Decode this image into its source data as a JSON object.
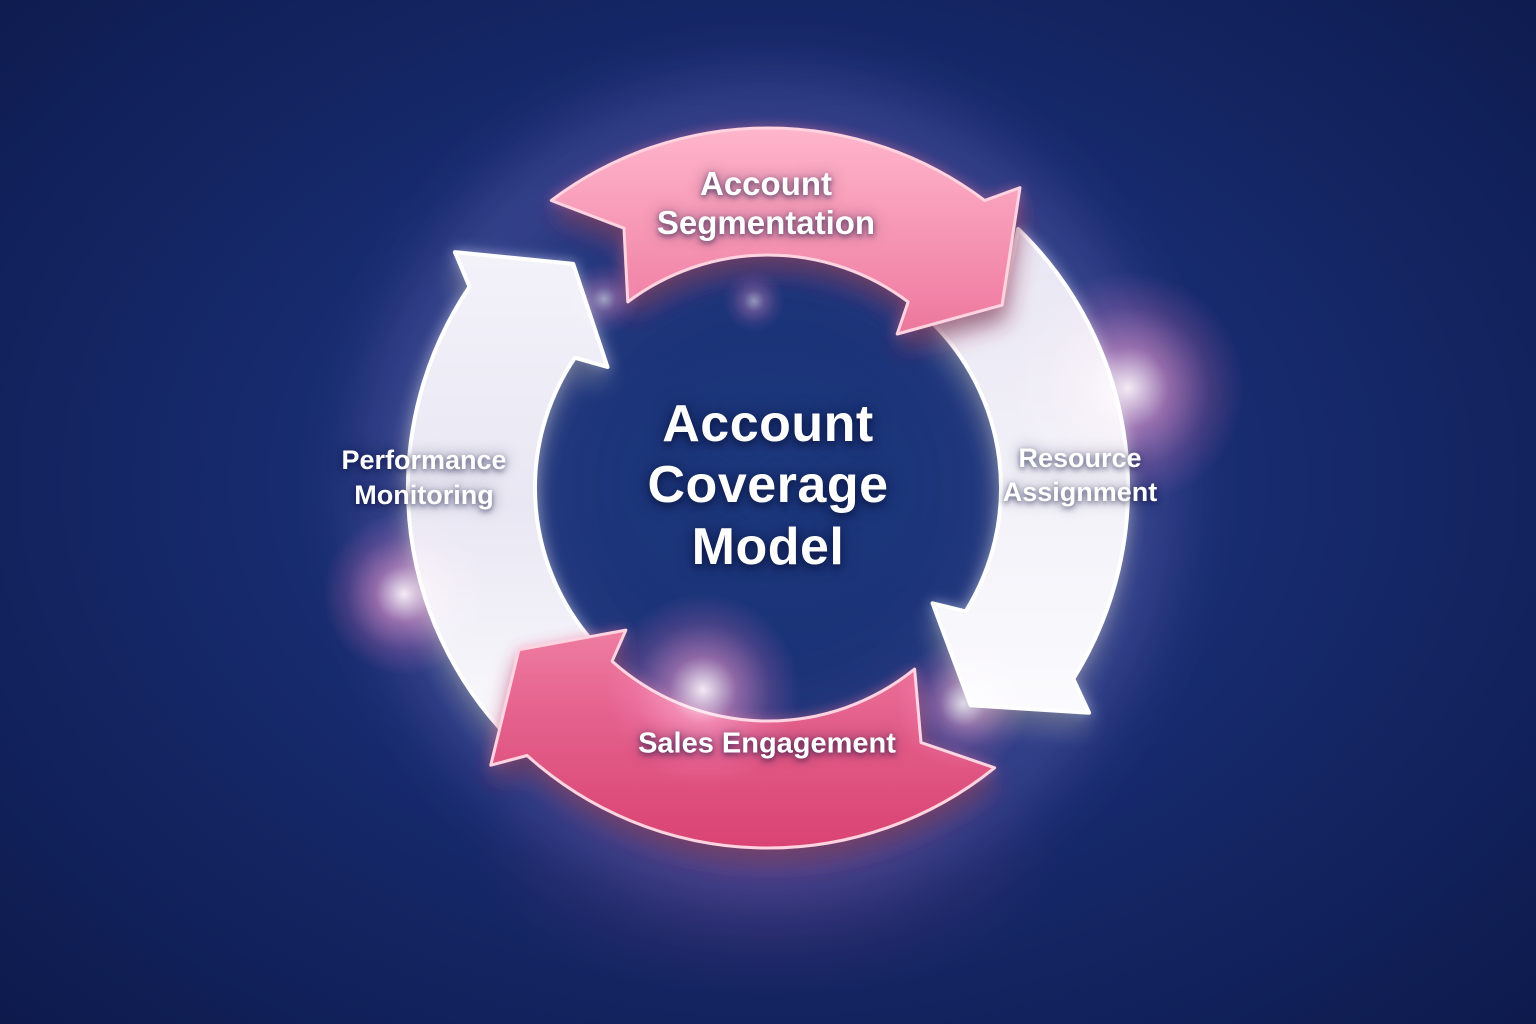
{
  "diagram": {
    "title": "Account Coverage Model",
    "title_lines": "Account\nCoverage\nModel",
    "flow": "clockwise",
    "steps": [
      {
        "id": "account-segmentation",
        "label": "Account\nSegmentation",
        "position": "top",
        "style": "pink"
      },
      {
        "id": "resource-assignment",
        "label": "Resource\nAssignment",
        "position": "right",
        "style": "white"
      },
      {
        "id": "sales-engagement",
        "label": "Sales Engagement",
        "position": "bottom",
        "style": "pink"
      },
      {
        "id": "performance-monitoring",
        "label": "Performance\nMonitoring",
        "position": "left",
        "style": "white"
      }
    ],
    "colors": {
      "background_center": "#1e3a80",
      "background_mid": "#16296b",
      "background_edge": "#0c1848",
      "pink_light": "#ffb6cb",
      "pink_mid": "#f184a8",
      "pink_bottom_mid": "#e4608c",
      "pink_deep": "#d63a6b",
      "pink_deep_soft": "#e05581",
      "pink_rim": "#ffd3e0",
      "white_light": "#fdfdff",
      "white_between": "#f4f3fa",
      "white_mid": "#e9e7f3",
      "white_rim": "#ffffff",
      "glow_pink": "#ff7aa8",
      "glow_white": "#dfe2ff",
      "halo_purple": "#8d7fe0",
      "shadow_navy": "#050b2e",
      "text": "#ffffff"
    }
  }
}
